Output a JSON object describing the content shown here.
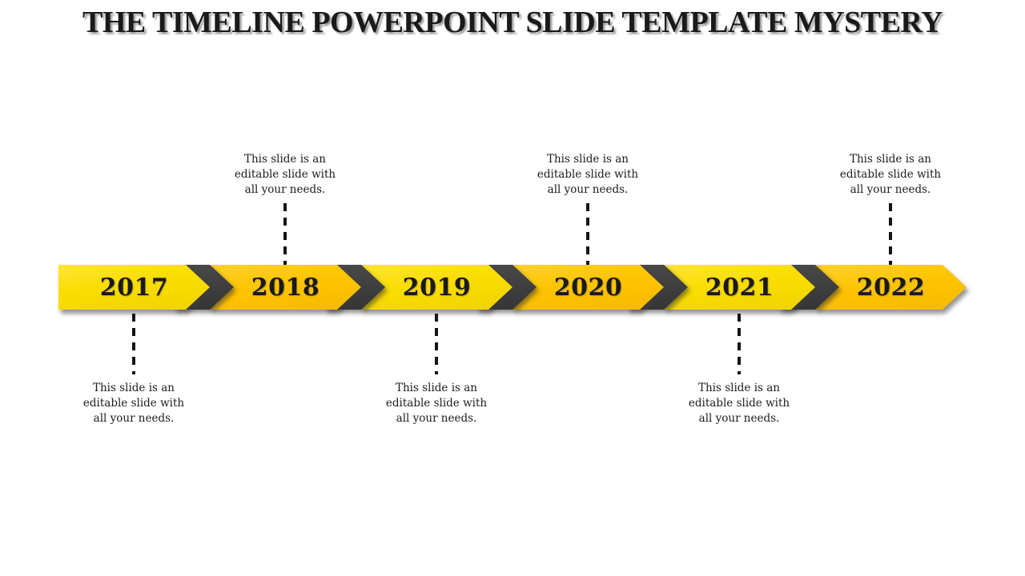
{
  "slide": {
    "title": "THE TIMELINE POWERPOINT SLIDE TEMPLATE MYSTERY"
  },
  "timeline": {
    "items": [
      {
        "year": "2017",
        "placement": "below",
        "lines": [
          "This slide is an",
          "editable slide with",
          "all your needs."
        ]
      },
      {
        "year": "2018",
        "placement": "above",
        "lines": [
          "This slide is an",
          "editable slide with",
          "all your needs."
        ]
      },
      {
        "year": "2019",
        "placement": "below",
        "lines": [
          "This slide is an",
          "editable slide with",
          "all your needs."
        ]
      },
      {
        "year": "2020",
        "placement": "above",
        "lines": [
          "This slide is an",
          "editable slide with",
          "all your needs."
        ]
      },
      {
        "year": "2021",
        "placement": "below",
        "lines": [
          "This slide is an",
          "editable slide with",
          "all your needs."
        ]
      },
      {
        "year": "2022",
        "placement": "above",
        "lines": [
          "This slide is an",
          "editable slide with",
          "all your needs."
        ]
      }
    ]
  },
  "colors": {
    "segment-yellow": "#FADD00",
    "segment-amber": "#FFC400",
    "chevron-dark": "#3D3D3D",
    "text-dark": "#1A1A1A",
    "background": "#FFFFFF"
  }
}
